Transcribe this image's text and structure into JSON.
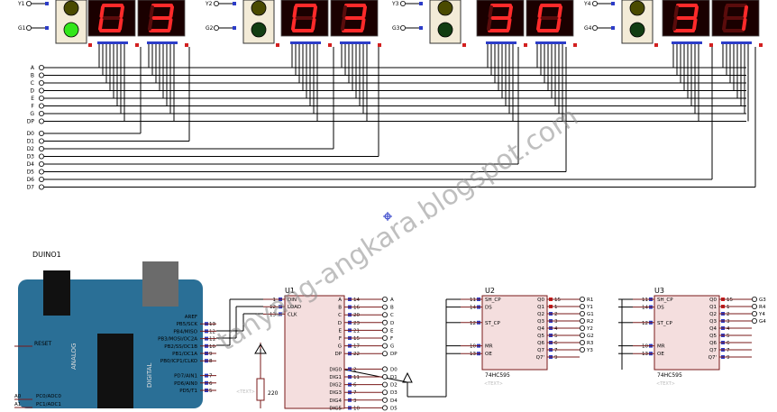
{
  "watermark": "tanyang-angkara.blogspot.com",
  "traffic_lights": [
    {
      "red_label": "Y1",
      "green_label": "G1",
      "green_on": true
    },
    {
      "red_label": "Y2",
      "green_label": "G2",
      "green_on": false
    },
    {
      "red_label": "Y3",
      "green_label": "G3",
      "green_on": false
    },
    {
      "red_label": "Y4",
      "green_label": "G4",
      "green_on": false
    }
  ],
  "displays": [
    {
      "digits": [
        "0",
        "3"
      ]
    },
    {
      "digits": [
        "0",
        "3"
      ]
    },
    {
      "digits": [
        "3",
        "0"
      ]
    },
    {
      "digits": [
        "3",
        "1"
      ]
    }
  ],
  "segment_bus": [
    "A",
    "B",
    "C",
    "D",
    "E",
    "F",
    "G",
    "DP"
  ],
  "digit_bus": [
    "D0",
    "D1",
    "D2",
    "D3",
    "D4",
    "D5",
    "D6",
    "D7"
  ],
  "colors": {
    "segment_on": "#ff2a2a",
    "segment_off": "#5a0c0c",
    "display_bg": "#1a0000",
    "wire": "#000000",
    "pin_red": "#d21f1f",
    "pin_blue": "#2c3cc8",
    "chip_fill": "#f4dede"
  },
  "arduino": {
    "ref": "DUINO1",
    "reset_label": "RESET",
    "analog_label": "ANALOG",
    "digital_label": "DIGITAL",
    "right_pins": [
      {
        "label": "AREF",
        "num": ""
      },
      {
        "label": "PB5/SCK",
        "num": "13"
      },
      {
        "label": "PB4/MISO",
        "num": "12"
      },
      {
        "label": "PB3/MOSI/OC2A",
        "num": "11"
      },
      {
        "label": "PB2/SS/OC1B",
        "num": "10"
      },
      {
        "label": "PB1/OC1A",
        "num": "9"
      },
      {
        "label": "PB0/ICP1/CLKO",
        "num": "8"
      },
      {
        "label": "",
        "num": ""
      },
      {
        "label": "PD7/AIN1",
        "num": "7"
      },
      {
        "label": "PD6/AIN0",
        "num": "6"
      },
      {
        "label": "PD5/T1",
        "num": "5"
      }
    ],
    "left_pins": [
      {
        "num": "A0",
        "label": "PC0/ADC0"
      },
      {
        "num": "A1",
        "label": "PC1/ADC1"
      }
    ]
  },
  "u1": {
    "ref": "U1",
    "left_pins": [
      {
        "num": "1",
        "label": "DIN"
      },
      {
        "num": "12",
        "label": "LOAD"
      },
      {
        "num": "13",
        "label": "CLK"
      }
    ],
    "right_pins": [
      {
        "label": "A",
        "num": "14",
        "net": "A"
      },
      {
        "label": "B",
        "num": "16",
        "net": "B"
      },
      {
        "label": "C",
        "num": "20",
        "net": "C"
      },
      {
        "label": "D",
        "num": "23",
        "net": "D"
      },
      {
        "label": "E",
        "num": "21",
        "net": "E"
      },
      {
        "label": "F",
        "num": "15",
        "net": "F"
      },
      {
        "label": "G",
        "num": "17",
        "net": "G"
      },
      {
        "label": "DP",
        "num": "22",
        "net": "DP"
      },
      {
        "label": "",
        "num": "",
        "net": ""
      },
      {
        "label": "DIG0",
        "num": "2",
        "net": "D0"
      },
      {
        "label": "DIG1",
        "num": "11",
        "net": "D1"
      },
      {
        "label": "DIG2",
        "num": "6",
        "net": "D2"
      },
      {
        "label": "DIG3",
        "num": "7",
        "net": "D3"
      },
      {
        "label": "DIG4",
        "num": "3",
        "net": "D4"
      },
      {
        "label": "DIG5",
        "num": "10",
        "net": "D5"
      }
    ]
  },
  "resistor": {
    "value": "220",
    "ref_hint": "<TEXT>"
  },
  "u2": {
    "ref": "U2",
    "part": "74HC595",
    "hint": "<TEXT>",
    "left_pins": [
      {
        "num": "11",
        "label": "SH_CP"
      },
      {
        "num": "14",
        "label": "DS"
      },
      {
        "num": "",
        "label": ""
      },
      {
        "num": "12",
        "label": "ST_CP"
      },
      {
        "num": "",
        "label": ""
      },
      {
        "num": "",
        "label": ""
      },
      {
        "num": "10",
        "label": "MR"
      },
      {
        "num": "13",
        "label": "OE"
      }
    ],
    "right_pins": [
      {
        "label": "Q0",
        "num": "15",
        "net": "R1"
      },
      {
        "label": "Q1",
        "num": "1",
        "net": "Y1"
      },
      {
        "label": "Q2",
        "num": "2",
        "net": "G1"
      },
      {
        "label": "Q3",
        "num": "3",
        "net": "R2"
      },
      {
        "label": "Q4",
        "num": "4",
        "net": "Y2"
      },
      {
        "label": "Q5",
        "num": "5",
        "net": "G2"
      },
      {
        "label": "Q6",
        "num": "6",
        "net": "R3"
      },
      {
        "label": "Q7",
        "num": "7",
        "net": "Y3"
      },
      {
        "label": "Q7'",
        "num": "9",
        "net": ""
      }
    ]
  },
  "u3": {
    "ref": "U3",
    "part": "74HC595",
    "hint": "<TEXT>",
    "left_pins": [
      {
        "num": "11",
        "label": "SH_CP"
      },
      {
        "num": "14",
        "label": "DS"
      },
      {
        "num": "",
        "label": ""
      },
      {
        "num": "12",
        "label": "ST_CP"
      },
      {
        "num": "",
        "label": ""
      },
      {
        "num": "",
        "label": ""
      },
      {
        "num": "10",
        "label": "MR"
      },
      {
        "num": "13",
        "label": "OE"
      }
    ],
    "right_pins": [
      {
        "label": "Q0",
        "num": "15",
        "net": "G3"
      },
      {
        "label": "Q1",
        "num": "1",
        "net": "R4"
      },
      {
        "label": "Q2",
        "num": "2",
        "net": "Y4"
      },
      {
        "label": "Q3",
        "num": "3",
        "net": "G4"
      },
      {
        "label": "Q4",
        "num": "4",
        "net": ""
      },
      {
        "label": "Q5",
        "num": "5",
        "net": ""
      },
      {
        "label": "Q6",
        "num": "6",
        "net": ""
      },
      {
        "label": "Q7",
        "num": "7",
        "net": ""
      },
      {
        "label": "Q7'",
        "num": "9",
        "net": ""
      }
    ]
  }
}
